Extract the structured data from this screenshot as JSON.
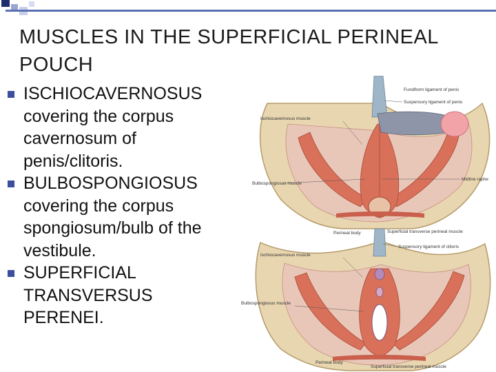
{
  "slide": {
    "title_lines": [
      "MUSCLES IN THE SUPERFICIAL PERINEAL",
      "POUCH"
    ],
    "bullets": [
      {
        "lines": [
          "ISCHIOCAVERNOSUS",
          "covering the corpus",
          "cavernosum of",
          "penis/clitoris."
        ]
      },
      {
        "lines": [
          "BULBOSPONGIOSUS",
          "covering the corpus",
          "spongiosum/bulb of the",
          "vestibule."
        ]
      },
      {
        "lines": [
          "SUPERFICIAL",
          "TRANSVERSUS",
          "PERENEI."
        ]
      }
    ]
  },
  "figure": {
    "male_labels": {
      "fundiform": "Fundiform ligament of penis",
      "suspensory": "Suspensory ligament of penis",
      "ischio": "Ischiocavernosus muscle",
      "bulbo": "Bulbospongiosus muscle",
      "raphe": "Midline raphe",
      "perineal_body": "Perineal body",
      "transverse": "Superficial transverse perineal muscle"
    },
    "female_labels": {
      "suspensory": "Suspensory ligament of clitoris",
      "ischio": "Ischiocavernosus muscle",
      "bulbo": "Bulbospongiosus muscle",
      "perineal_body": "Perineal body",
      "transverse": "Superficial transverse perineal muscle"
    }
  },
  "colors": {
    "accent_bar": "#5a6fb0",
    "bullet": "#3d4e9e",
    "muscle": "#d8705a",
    "bone": "#e8d6b0",
    "ligament": "#9fb6c8"
  }
}
